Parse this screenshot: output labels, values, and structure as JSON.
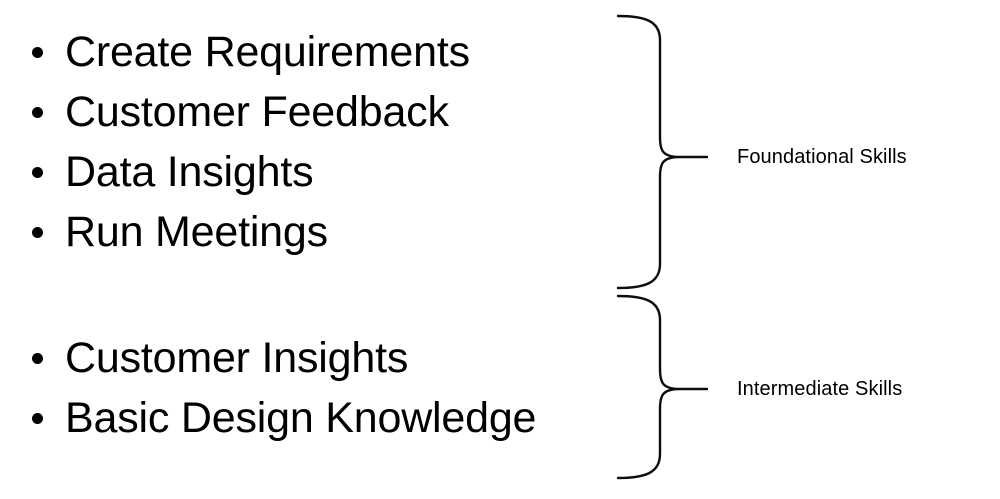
{
  "slide": {
    "background_color": "#ffffff",
    "text_color": "#000000",
    "stroke_color": "#0d0d0d"
  },
  "groups": [
    {
      "id": "foundational",
      "label": "Foundational Skills",
      "bullets": [
        {
          "text": "Create Requirements"
        },
        {
          "text": "Customer Feedback"
        },
        {
          "text": "Data Insights"
        },
        {
          "text": "Run Meetings"
        }
      ]
    },
    {
      "id": "intermediate",
      "label": "Intermediate Skills",
      "bullets": [
        {
          "text": "Customer Insights"
        },
        {
          "text": "Basic Design Knowledge"
        }
      ]
    }
  ]
}
